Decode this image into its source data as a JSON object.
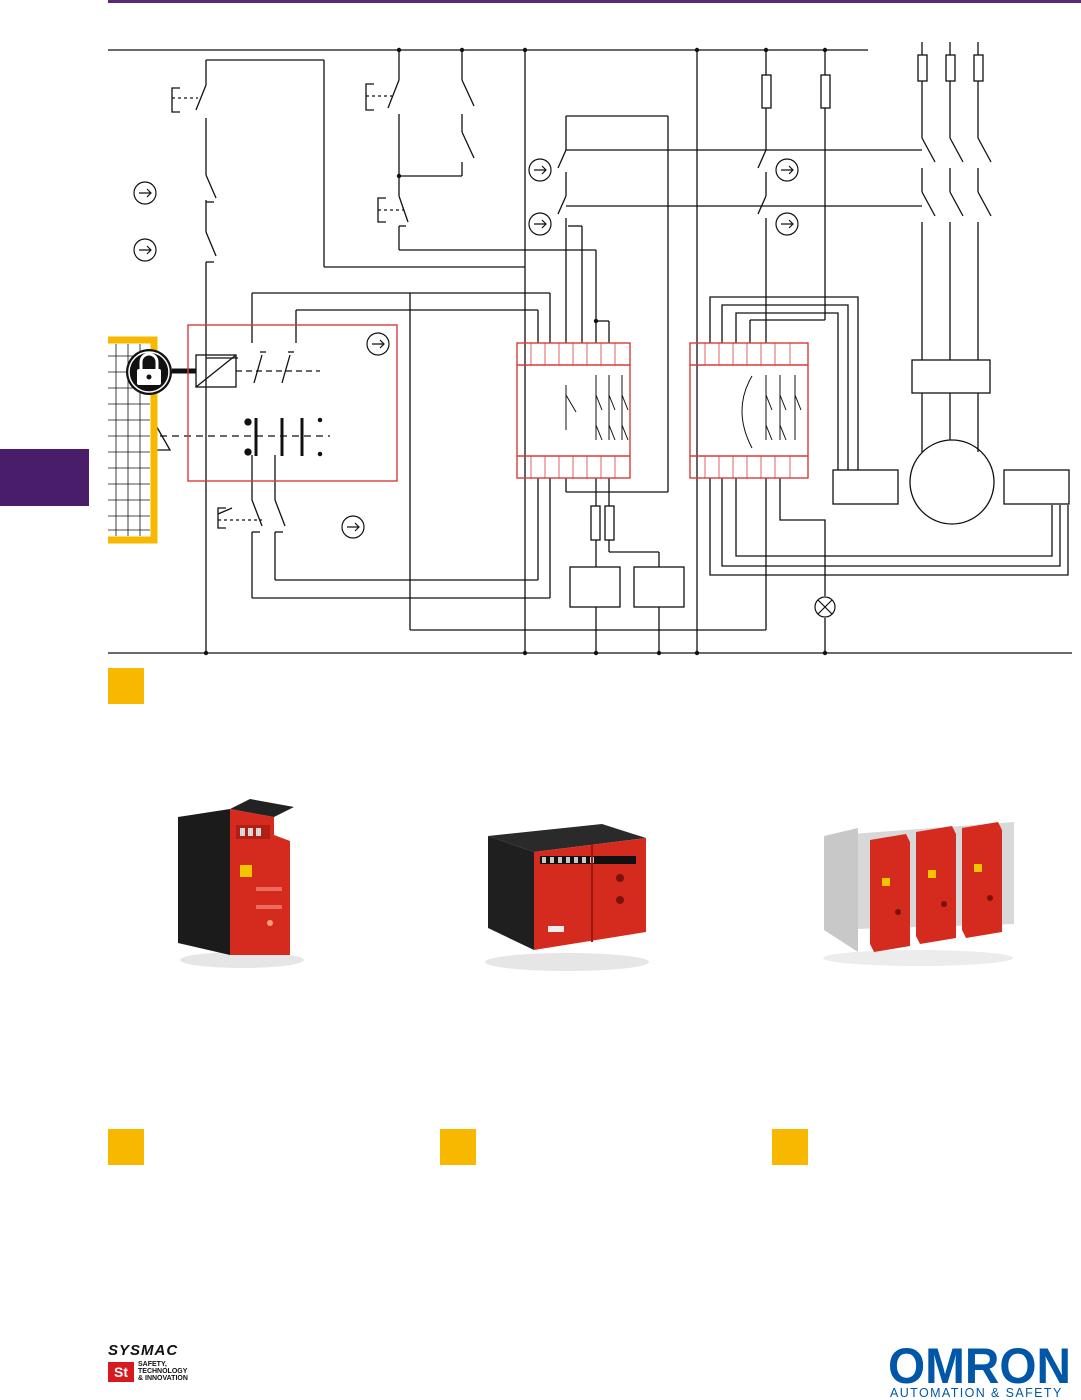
{
  "footer": {
    "sysmac": "SYSMAC",
    "st_badge": "St",
    "st_line1": "SAFETY,",
    "st_line2": "TECHNOLOGY",
    "st_line3": "& INNOVATION",
    "omron": "OMRON",
    "tagline": "AUTOMATION & SAFETY"
  },
  "colors": {
    "accent_purple": "#4a1d6b",
    "accent_yellow": "#f9b800",
    "relay_red": "#d73b3b",
    "omron_blue": "#0057a8"
  },
  "icons": {
    "lock": "padlock-icon",
    "arrow": "arrow-right-circle-icon",
    "lamp": "indicator-lamp-icon",
    "motor": "motor-icon"
  }
}
